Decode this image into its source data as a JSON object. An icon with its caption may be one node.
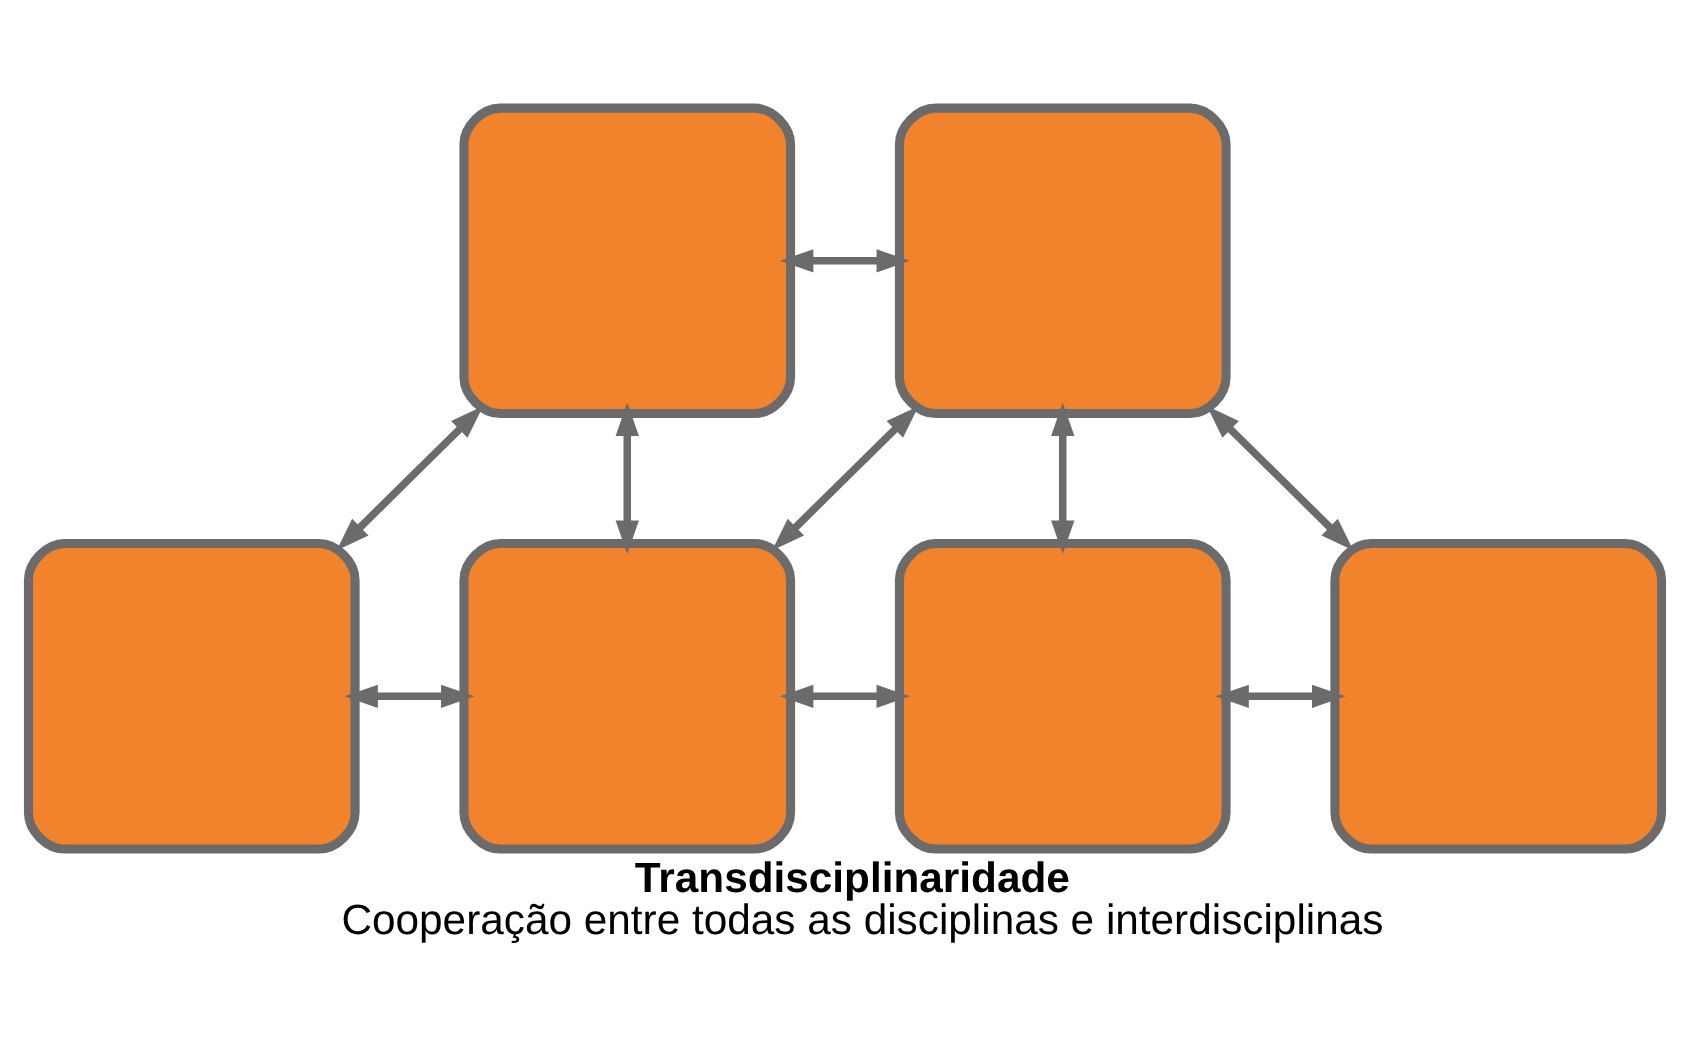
{
  "diagram": {
    "title": "Transdisciplinaridade",
    "caption": "Cooperação entre todas as disciplinas e interdisciplinas",
    "nodes": [
      {
        "text": [],
        "shape": "box"
      },
      {
        "text": [],
        "shape": "box"
      },
      {
        "text": [],
        "shape": "box"
      },
      {
        "text": [],
        "shape": "box"
      },
      {
        "text": [],
        "shape": "box"
      },
      {
        "text": [],
        "shape": "box"
      }
    ],
    "edges": [
      {
        "from": 0,
        "to": 1,
        "arrow": "both"
      },
      {
        "from": 0,
        "to": 2,
        "arrow": "both"
      },
      {
        "from": 0,
        "to": 3,
        "arrow": "both"
      },
      {
        "from": 1,
        "to": 3,
        "arrow": "both"
      },
      {
        "from": 1,
        "to": 4,
        "arrow": "both"
      },
      {
        "from": 1,
        "to": 5,
        "arrow": "both"
      },
      {
        "from": 2,
        "to": 3,
        "arrow": "both"
      },
      {
        "from": 3,
        "to": 4,
        "arrow": "both"
      },
      {
        "from": 4,
        "to": 5,
        "arrow": "both"
      }
    ]
  }
}
